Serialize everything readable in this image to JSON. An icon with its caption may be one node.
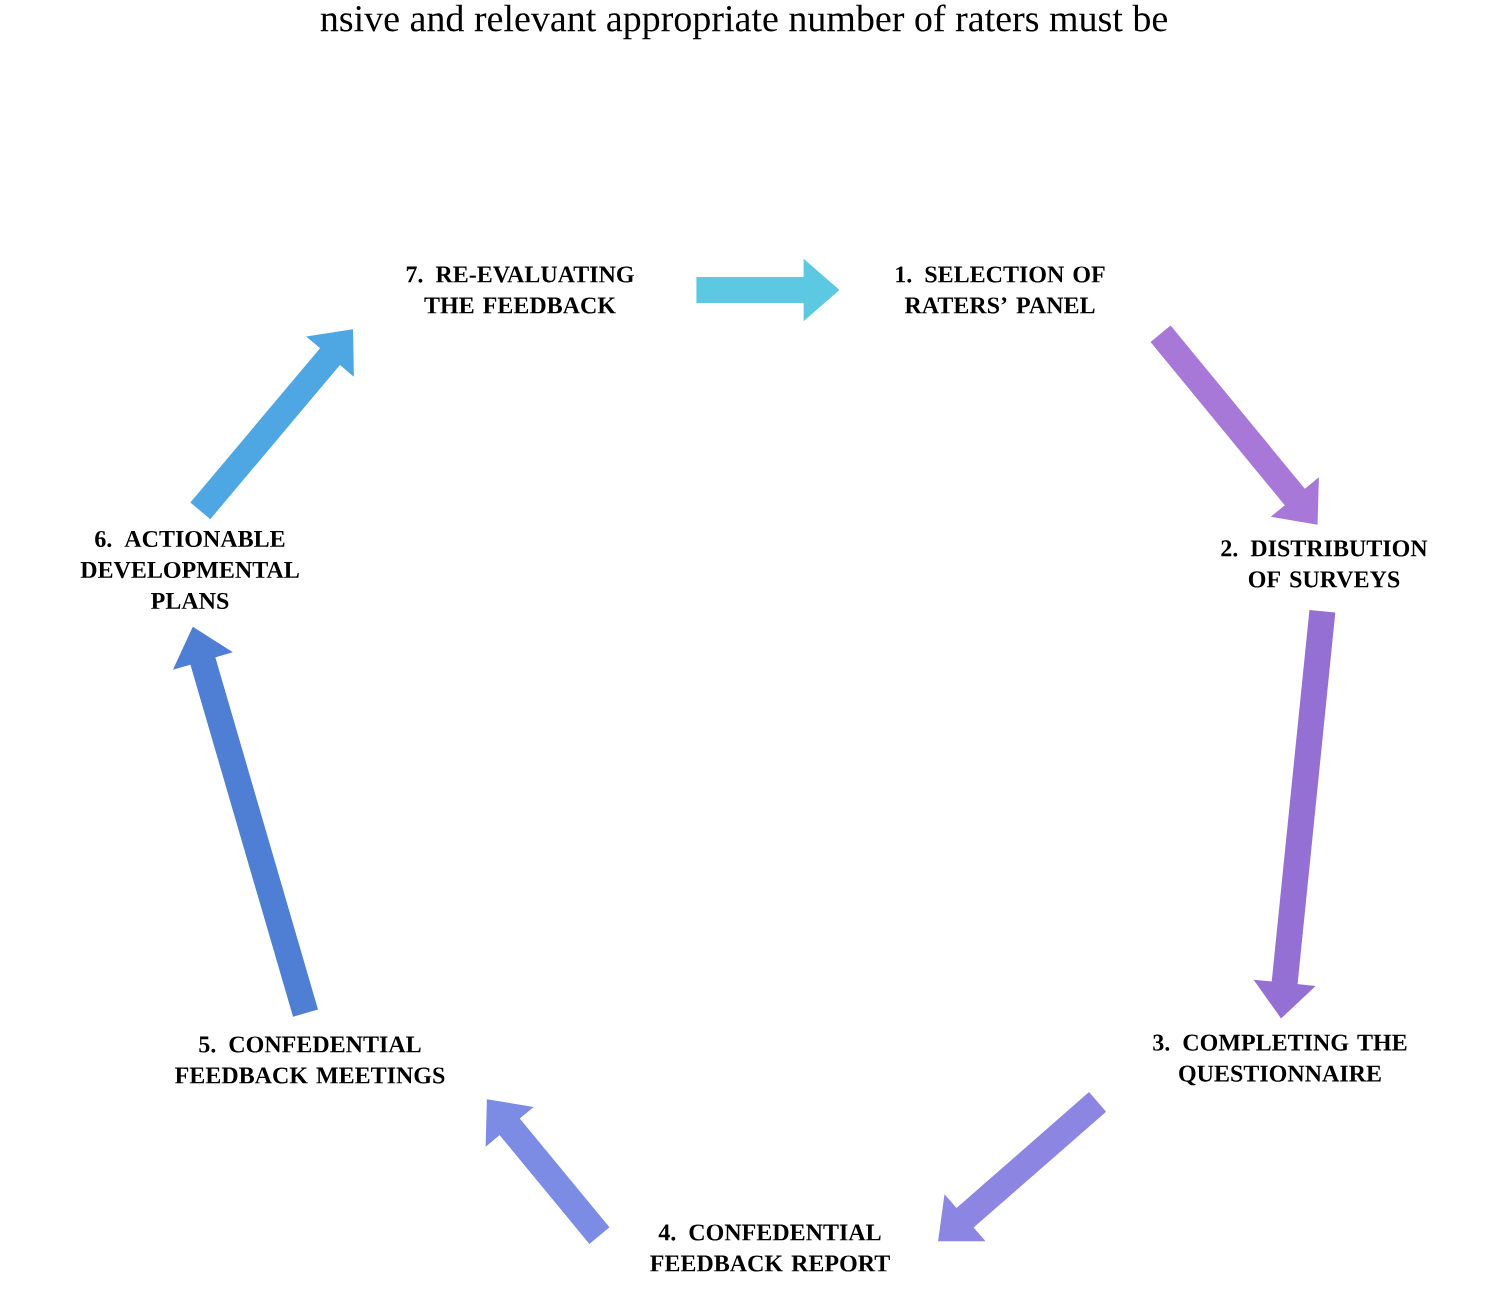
{
  "diagram": {
    "nodes": [
      {
        "text": [
          "1. SELECTION OF RATERS’ PANEL"
        ]
      },
      {
        "text": [
          "2. DISTRIBUTION OF SURVEYS"
        ]
      },
      {
        "text": [
          "3. COMPLETING THE QUESTIONNAIRE"
        ]
      },
      {
        "text": [
          "4. CONFEDENTIAL FEEDBACK REPORT"
        ]
      },
      {
        "text": [
          "5. CONFEDENTIAL FEEDBACK MEETINGS"
        ]
      },
      {
        "text": [
          "6. ACTIONABLE DEVELOPMENTAL PLANS"
        ]
      },
      {
        "text": [
          "7. RE-EVALUATING THE FEEDBACK"
        ]
      }
    ],
    "edges": [
      {
        "from": 6,
        "to": 0,
        "arrow": "to",
        "color": "#5cc8e2"
      },
      {
        "from": 0,
        "to": 1,
        "arrow": "to",
        "color": "#a878d8"
      },
      {
        "from": 1,
        "to": 2,
        "arrow": "to",
        "color": "#9470d4"
      },
      {
        "from": 2,
        "to": 3,
        "arrow": "to",
        "color": "#8c86e2"
      },
      {
        "from": 3,
        "to": 4,
        "arrow": "to",
        "color": "#7c8ce4"
      },
      {
        "from": 4,
        "to": 5,
        "arrow": "to",
        "color": "#4f7fd4"
      },
      {
        "from": 5,
        "to": 6,
        "arrow": "to",
        "color": "#4ea6e2"
      }
    ],
    "labels": [
      "nsive and relevant appropriate number of raters must be"
    ]
  }
}
